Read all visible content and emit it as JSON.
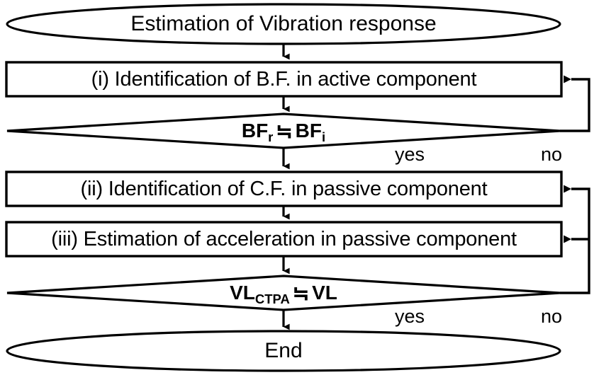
{
  "diagram": {
    "type": "flowchart",
    "title_node": "Estimation of Vibration response",
    "end_node": "End",
    "nodes": [
      {
        "id": "start",
        "shape": "terminator",
        "label": "Estimation of Vibration response"
      },
      {
        "id": "step_i",
        "shape": "process",
        "label": "(i) Identification of B.F. in active component"
      },
      {
        "id": "dec_bf",
        "shape": "decision",
        "label_lhs": "BF",
        "label_lhs_sub": "r",
        "operator": "≒",
        "label_rhs": "BF",
        "label_rhs_sub": "i"
      },
      {
        "id": "step_ii",
        "shape": "process",
        "label": "(ii) Identification of C.F. in passive component"
      },
      {
        "id": "step_iii",
        "shape": "process",
        "label": "(iii) Estimation of acceleration in passive component"
      },
      {
        "id": "dec_vl",
        "shape": "decision",
        "label_lhs": "VL",
        "label_lhs_sub": "CTPA",
        "operator": "≒",
        "label_rhs": "VL",
        "label_rhs_sub": ""
      },
      {
        "id": "end",
        "shape": "terminator",
        "label": "End"
      }
    ],
    "edge_labels": {
      "dec_bf_yes": "yes",
      "dec_bf_no": "no",
      "dec_vl_yes": "yes",
      "dec_vl_no": "no"
    },
    "colors": {
      "stroke": "#000000",
      "fill": "#ffffff",
      "text": "#000000"
    }
  }
}
